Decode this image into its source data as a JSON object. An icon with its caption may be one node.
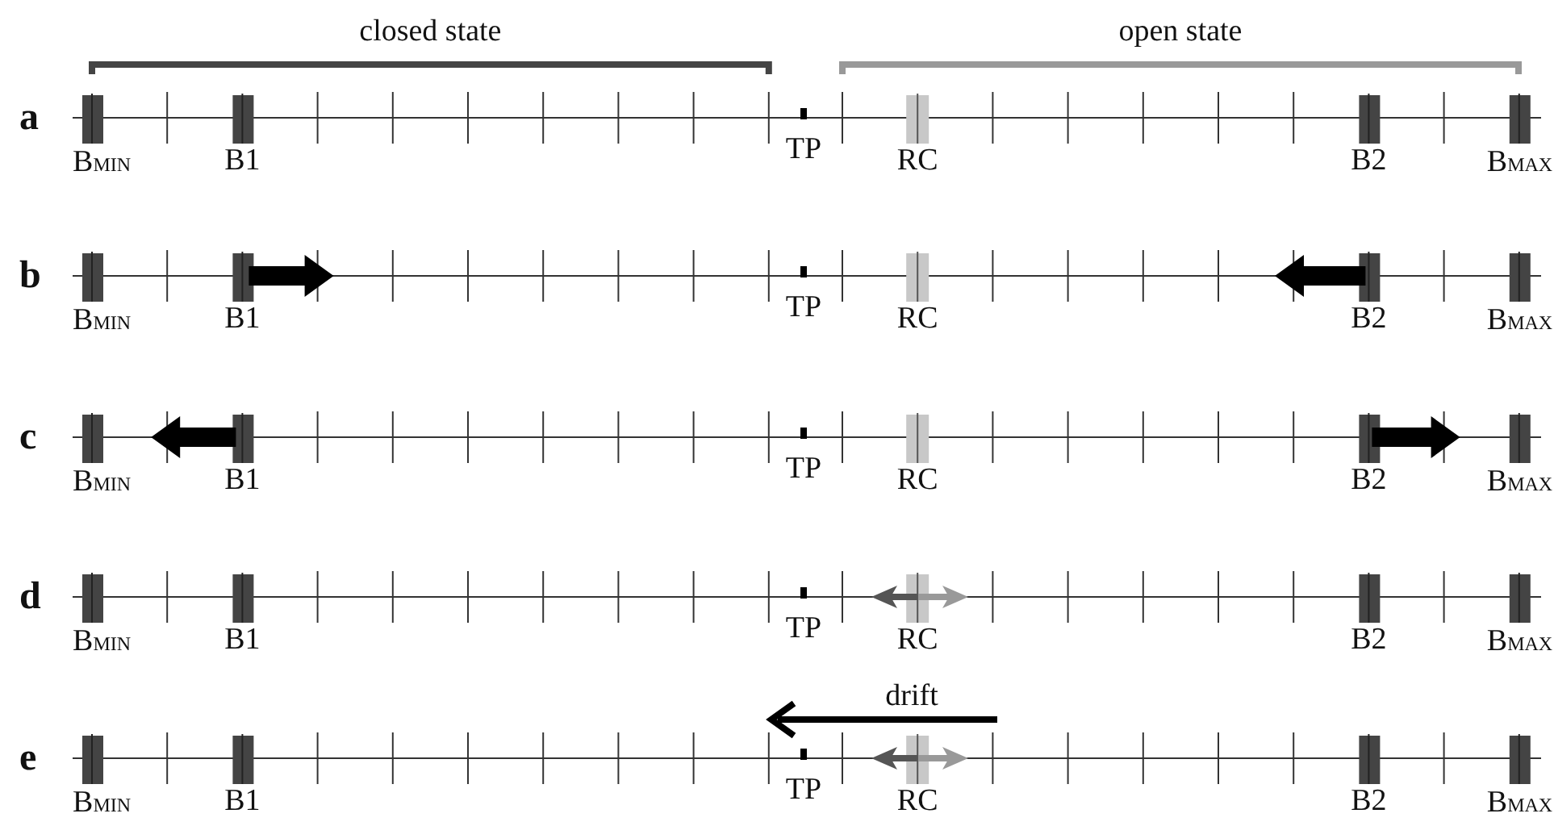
{
  "diagram": {
    "labels": [
      "closed state",
      "open state",
      "a",
      "B$_{MIN}$",
      "B1",
      "TP",
      "RC",
      "B2",
      "B$_{MAX}$",
      "b",
      "B$_{MIN}$",
      "B1",
      "TP",
      "RC",
      "B2",
      "B$_{MAX}$",
      "c",
      "B$_{MIN}$",
      "B1",
      "TP",
      "RC",
      "B2",
      "B$_{MAX}$",
      "d",
      "B$_{MIN}$",
      "B1",
      "TP",
      "RC",
      "B2",
      "B$_{MAX}$",
      "drift",
      "e",
      "B$_{MIN}$",
      "B1",
      "TP",
      "RC",
      "B2",
      "B$_{MAX}$"
    ]
  }
}
